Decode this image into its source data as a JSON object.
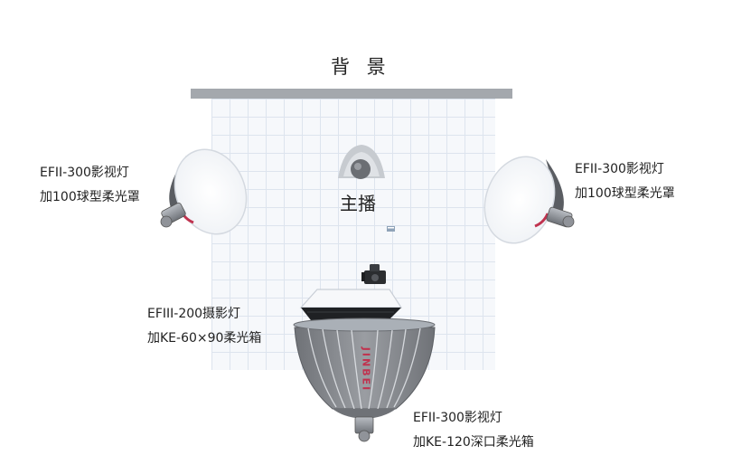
{
  "background": {
    "label": "背 景",
    "color": "#a4a8ad"
  },
  "subject": {
    "label": "主播",
    "icon": "person-icon"
  },
  "camera": {
    "icon": "camera-icon"
  },
  "lights": {
    "left": {
      "line1": "EFII-300影视灯",
      "line2": "加100球型柔光罩",
      "icon": "globe-softbox-icon"
    },
    "right": {
      "line1": "EFII-300影视灯",
      "line2": "加100球型柔光罩",
      "icon": "globe-softbox-icon"
    },
    "front": {
      "line1": "EFIII-200摄影灯",
      "line2": "加KE-60×90柔光箱",
      "icon": "rect-softbox-icon"
    },
    "bottom": {
      "line1": "EFII-300影视灯",
      "line2": "加KE-120深口柔光箱",
      "icon": "deep-parabolic-softbox-icon",
      "brand": "JINBEI"
    }
  },
  "colors": {
    "accent": "#c0334f",
    "softbox_body": "#8d9095"
  }
}
